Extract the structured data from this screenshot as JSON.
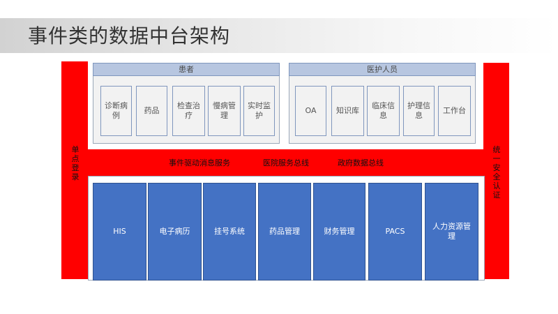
{
  "title": "事件类的数据中台架构",
  "left_bar_label": "单点登录",
  "right_bar_label": "统一安全认证",
  "patient_panel": {
    "header": "患者",
    "items": [
      "诊断病例",
      "药品",
      "检查治疗",
      "慢病管理",
      "实时监护"
    ]
  },
  "staff_panel": {
    "header": "医护人员",
    "items": [
      "OA",
      "知识库",
      "临床信息",
      "护理信息",
      "工作台"
    ]
  },
  "buses": [
    "事件驱动消息服务",
    "医院服务总线",
    "政府数据总线"
  ],
  "systems": [
    "HIS",
    "电子病历",
    "挂号系统",
    "药品管理",
    "财务管理",
    "PACS",
    "人力资源管理"
  ],
  "colors": {
    "red": "#ff0000",
    "blue": "#4472c4",
    "header": "#b7c6e0"
  }
}
